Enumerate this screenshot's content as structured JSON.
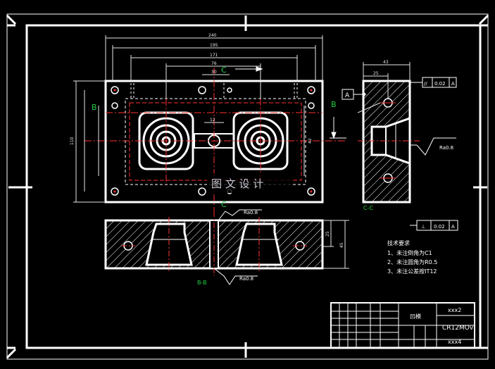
{
  "colors": {
    "background": "#000000",
    "line": "#ffffff",
    "center": "#ff3030",
    "dim": "#e6e6e6",
    "section": "#22cc44",
    "watermark": "#c8c8d2"
  },
  "views": {
    "top_section_letter": "C",
    "bottom_section_letter": "C",
    "left_section_letter": "B",
    "right_section_letter": "B",
    "side_view_label": "C-C",
    "front_view_label": "B-B",
    "datum_label": "A"
  },
  "dimensions": {
    "overall_width": "240",
    "width_195": "195",
    "width_171": "171",
    "width_76": "76",
    "width_30": "30",
    "center_12": "12",
    "side_43": "43",
    "side_25": "25",
    "height_110": "110",
    "height_42": "42",
    "front_25": "25",
    "front_45": "45"
  },
  "tolerances": {
    "flatness_top": {
      "symbol": "//",
      "value": "0.02",
      "datum": "A"
    },
    "flatness_bottom": {
      "symbol": "⊥",
      "value": "0.02",
      "datum": "A"
    }
  },
  "roughness": {
    "side": "Ra0.8",
    "front_top": "Ra0.8",
    "front_bottom": "Ra0.8"
  },
  "notes": {
    "title": "技术要求",
    "items": [
      "1、未注倒角为C1",
      "2、未注圆角为R0.5",
      "3、未注公差按IT12"
    ]
  },
  "title_block": {
    "part_name": "凹模",
    "drawing_no": "xxx2",
    "material": "CR12MOv",
    "company": "xxx4"
  },
  "watermark": "图 文 设 计"
}
